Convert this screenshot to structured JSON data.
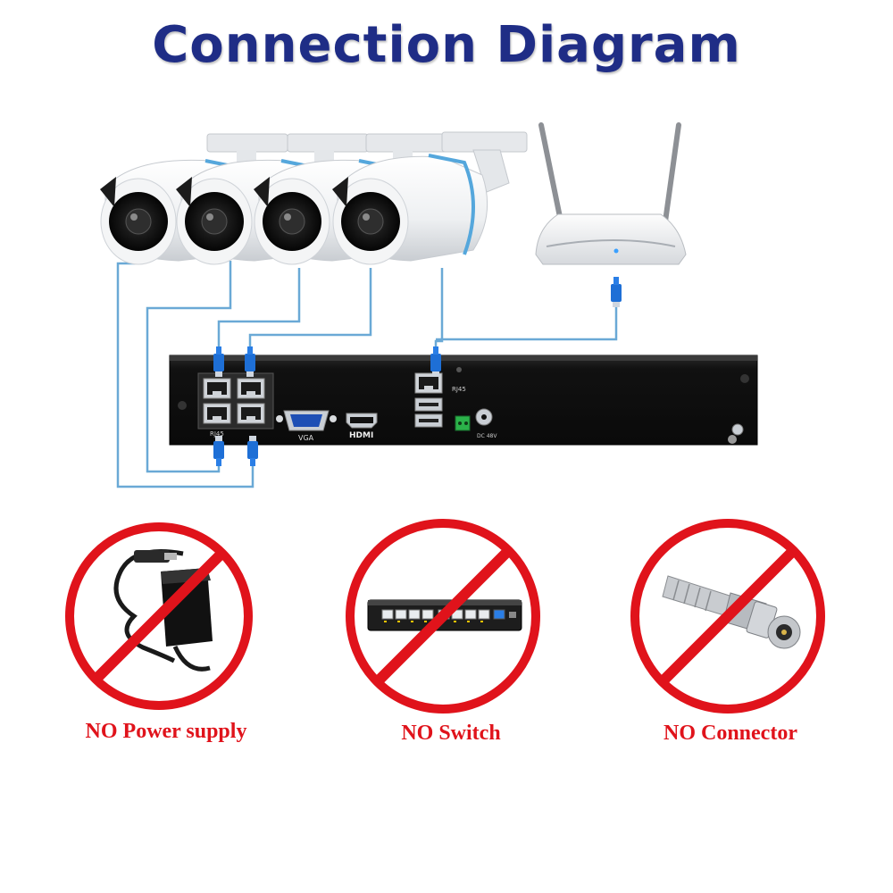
{
  "title": "Connection Diagram",
  "nvr": {
    "rj45_label": "RJ45",
    "poe_label": "RJ45",
    "vga_label": "VGA",
    "hdmi_label": "HDMI",
    "dc_label": "DC 48V"
  },
  "prohibitions": [
    {
      "label": "NO Power supply",
      "icon": "power-adapter-icon"
    },
    {
      "label": "NO Switch",
      "icon": "network-switch-icon"
    },
    {
      "label": "NO Connector",
      "icon": "bnc-connector-icon"
    }
  ],
  "colors": {
    "title": "#1f2d86",
    "cable": "#6aa9d6",
    "prohibition": "#e0131b",
    "nvr_body": "#121212",
    "rj45_plug": "#1e6fd6"
  }
}
